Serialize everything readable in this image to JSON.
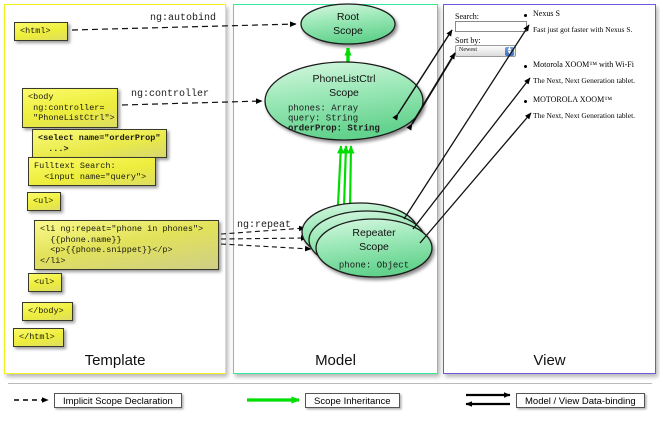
{
  "columns": [
    {
      "key": "template",
      "label": "Template",
      "border": "#f2f21a"
    },
    {
      "key": "model",
      "label": "Model",
      "border": "#36e8a0"
    },
    {
      "key": "view",
      "label": "View",
      "border": "#6a5ae0"
    }
  ],
  "template": {
    "boxes": [
      {
        "name": "html-open-tag",
        "text": "<html>"
      },
      {
        "name": "body-controller-tag",
        "text": "<body\n ng:controller=\n \"PhoneListCtrl\">"
      },
      {
        "name": "select-orderprop-tag",
        "text": "<select name=\"orderProp\"\n  ...>"
      },
      {
        "name": "fulltext-search-input",
        "text": "Fulltext Search:\n  <input name=\"query\">"
      },
      {
        "name": "ul-open-tag",
        "text": "<ul>"
      },
      {
        "name": "li-ngrepeat-block",
        "text": "<li ng:repeat=\"phone in phones\">\n  {{phone.name}}\n  <p>{{phone.snippet}}</p>\n</li>"
      },
      {
        "name": "ul-close-tag",
        "text": "<ul>"
      },
      {
        "name": "body-close-tag",
        "text": "</body>"
      },
      {
        "name": "html-close-tag",
        "text": "</html>"
      }
    ]
  },
  "connectors": {
    "autobind": "ng:autobind",
    "controller": "ng:controller",
    "repeat": "ng:repeat"
  },
  "model": {
    "root_scope": {
      "title_line1": "Root",
      "title_line2": "Scope"
    },
    "phonelist_scope": {
      "title_line1": "PhoneListCtrl",
      "title_line2": "Scope",
      "props": [
        {
          "text": "phones: Array",
          "bold": false
        },
        {
          "text": "query: String",
          "bold": false
        },
        {
          "text": "orderProp: String",
          "bold": true
        }
      ]
    },
    "repeater_scope": {
      "title_line1": "Repeater",
      "title_line2": "Scope",
      "props": [
        {
          "text": "phone: Object",
          "bold": false
        }
      ]
    }
  },
  "view": {
    "search_label": "Search:",
    "search_value": "",
    "sort_label": "Sort by:",
    "sort_selected": "Newest",
    "phones": [
      {
        "name": "Nexus S",
        "snippet": "Fast just got faster with Nexus S."
      },
      {
        "name": "Motorola XOOM™ with Wi-Fi",
        "snippet": "The Next, Next Generation tablet."
      },
      {
        "name": "MOTOROLA XOOM™",
        "snippet": "The Next, Next Generation tablet."
      }
    ]
  },
  "legend": [
    {
      "name": "implicit-scope-declaration",
      "label": "Implicit Scope Declaration",
      "style": "dashed",
      "color": "#000000"
    },
    {
      "name": "scope-inheritance",
      "label": "Scope Inheritance",
      "style": "solid-green",
      "color": "#00dd00"
    },
    {
      "name": "model-view-data-binding",
      "label": "Model / View Data-binding",
      "style": "double",
      "color": "#000000"
    }
  ]
}
